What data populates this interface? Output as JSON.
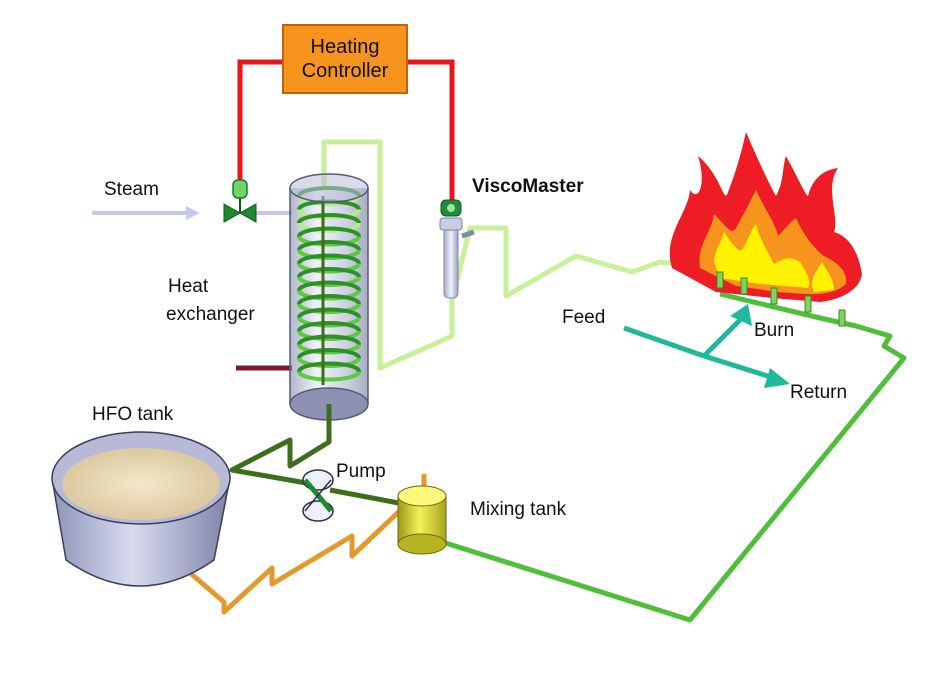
{
  "controller": {
    "line1": "Heating",
    "line2": "Controller"
  },
  "labels": {
    "steam": "Steam",
    "viscomaster": "ViscoMaster",
    "heat_exchanger_1": "Heat",
    "heat_exchanger_2": "exchanger",
    "hfo_tank": "HFO tank",
    "pump": "Pump",
    "mixing_tank": "Mixing tank",
    "feed": "Feed",
    "burn": "Burn",
    "return": "Return"
  },
  "colors": {
    "control_line": "#e8141e",
    "controller_fill": "#f7941d",
    "steam": "#c6c9ee",
    "hot_oil": "#c8f09a",
    "cold_oil": "#4fbf3a",
    "mixed_oil": "#3c6e1c",
    "hfo_line": "#e29a2c",
    "flow_arrow": "#1fb89a",
    "fire_red": "#ee1c24",
    "fire_orange": "#f7941d",
    "fire_yellow": "#fff200"
  }
}
